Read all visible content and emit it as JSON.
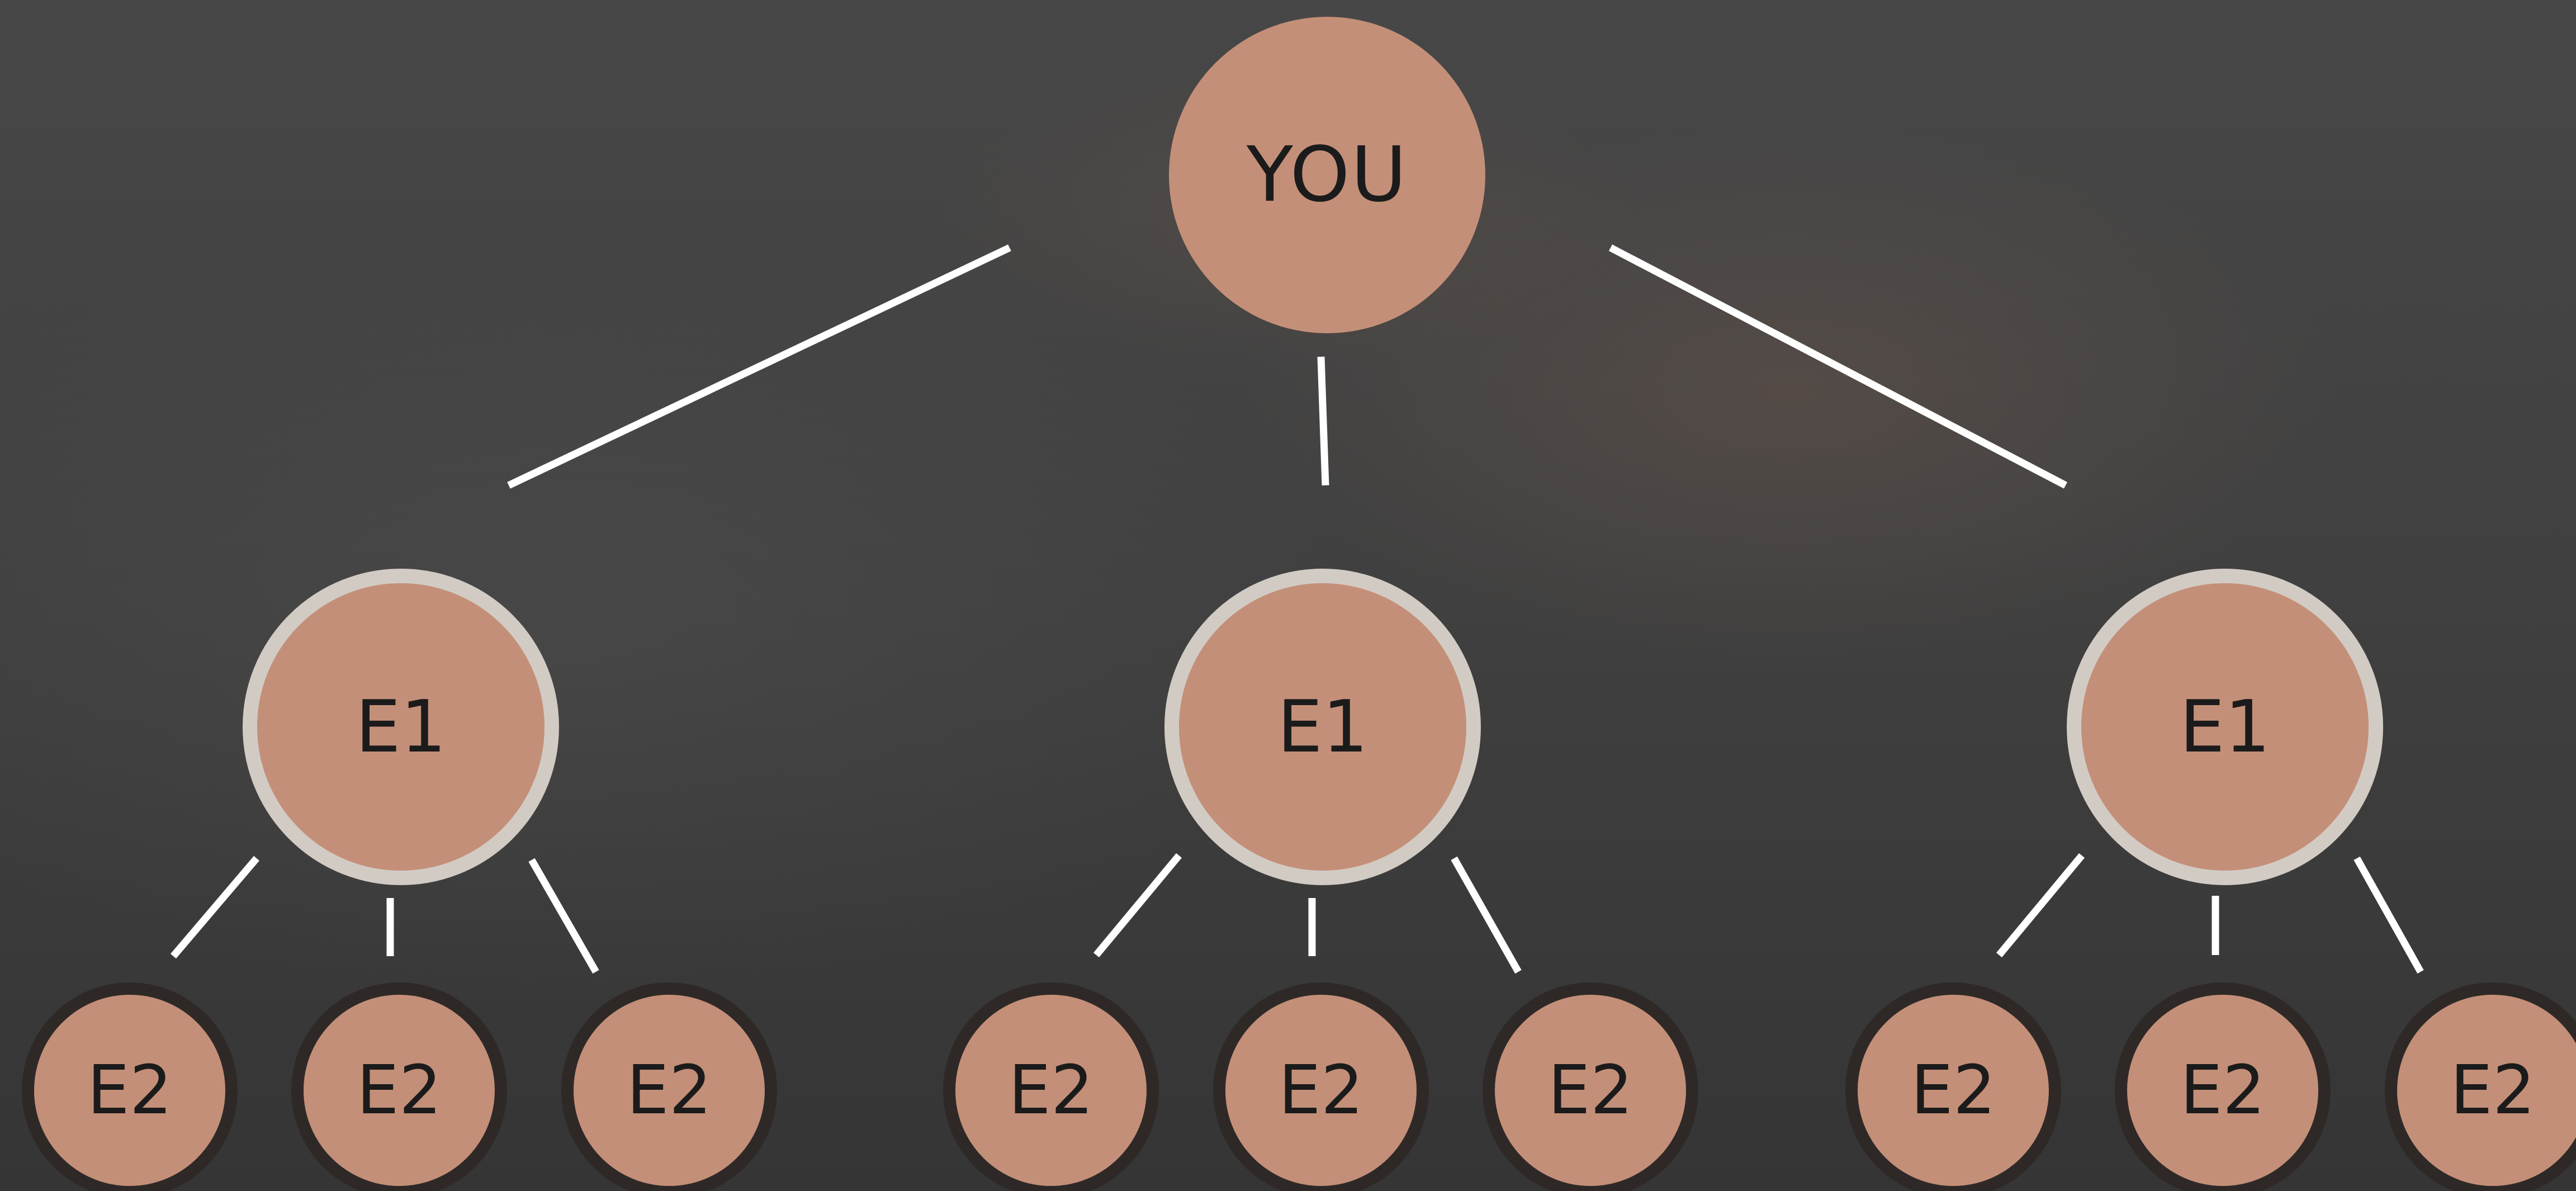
{
  "diagram": {
    "root": {
      "label": "YOU"
    },
    "level1": [
      {
        "label": "E1",
        "children": [
          "E2",
          "E2",
          "E2"
        ]
      },
      {
        "label": "E1",
        "children": [
          "E2",
          "E2",
          "E2"
        ]
      },
      {
        "label": "E1",
        "children": [
          "E2",
          "E2",
          "E2"
        ]
      }
    ]
  },
  "colors": {
    "node_fill": "#c48f78",
    "e1_ring": "#d2cbc4",
    "e2_ring": "#2e2927",
    "connector": "#ffffff",
    "text": "#1b1b1b",
    "background": "#444444"
  }
}
